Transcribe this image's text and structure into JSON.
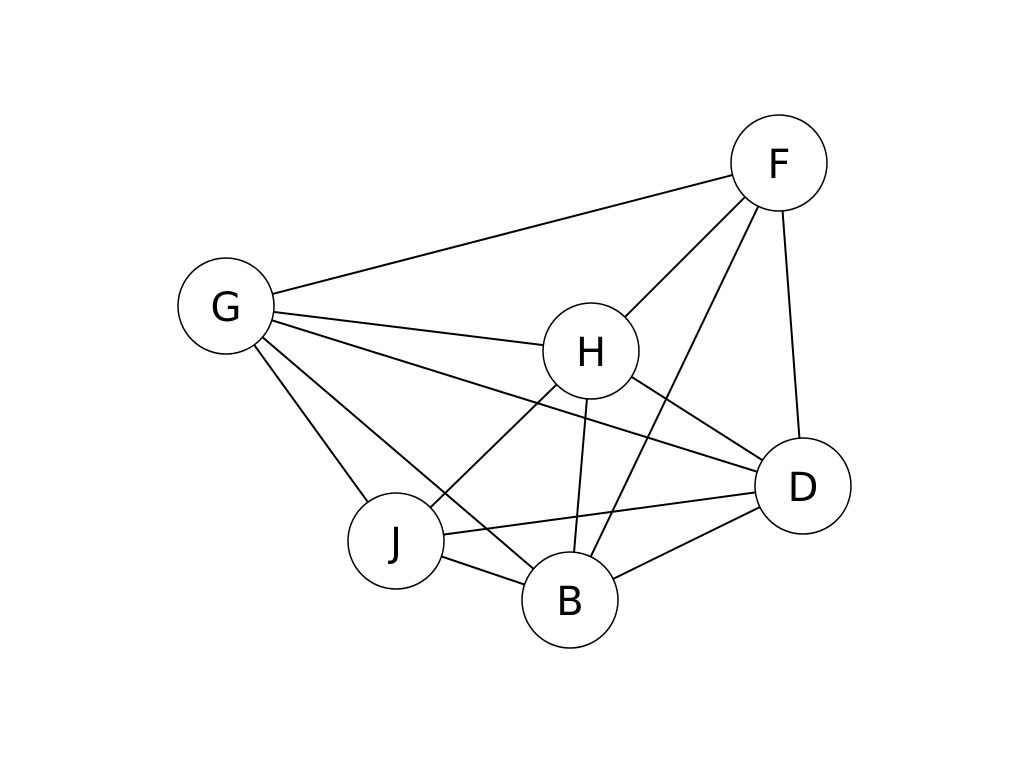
{
  "graph": {
    "nodes": [
      {
        "id": "F",
        "label": "F"
      },
      {
        "id": "G",
        "label": "G"
      },
      {
        "id": "H",
        "label": "H"
      },
      {
        "id": "D",
        "label": "D"
      },
      {
        "id": "J",
        "label": "J"
      },
      {
        "id": "B",
        "label": "B"
      }
    ],
    "edges": [
      [
        "G",
        "F"
      ],
      [
        "G",
        "H"
      ],
      [
        "G",
        "D"
      ],
      [
        "G",
        "J"
      ],
      [
        "G",
        "B"
      ],
      [
        "F",
        "H"
      ],
      [
        "F",
        "B"
      ],
      [
        "F",
        "D"
      ],
      [
        "H",
        "J"
      ],
      [
        "H",
        "B"
      ],
      [
        "H",
        "D"
      ],
      [
        "J",
        "D"
      ],
      [
        "J",
        "B"
      ],
      [
        "B",
        "D"
      ]
    ]
  },
  "colors": {
    "background": "#ffffff",
    "stroke": "#000000",
    "node_fill": "#ffffff"
  }
}
